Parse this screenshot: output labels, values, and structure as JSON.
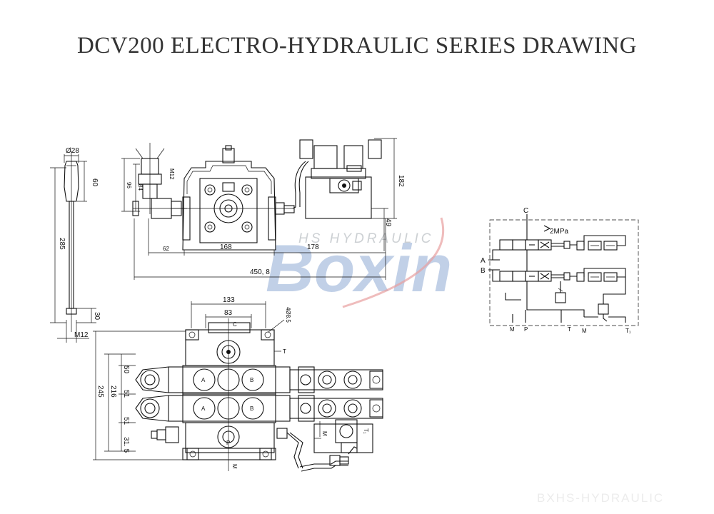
{
  "title": "DCV200 ELECTRO-HYDRAULIC SERIES DRAWING",
  "watermark": {
    "brand": "Boxin",
    "sub": "HS HYDRAULIC",
    "corner": "BXHS-HYDRAULIC",
    "colors": {
      "blue": "#8faad4",
      "grey": "#c4c8cc",
      "red": "#e8a0a0"
    }
  },
  "handle": {
    "dia": "Ø28",
    "grip": "60",
    "length": "285",
    "stud": "30",
    "thread": "M12"
  },
  "side_view": {
    "knob_thread": "M12",
    "h96": "96",
    "h84": "84",
    "w62": "62",
    "w168": "168",
    "w178": "178",
    "total": "450, 8",
    "h182": "182",
    "h49": "49"
  },
  "top_view": {
    "w133": "133",
    "w83": "83",
    "hole": "4Ø8.5",
    "h50": "50",
    "h51a": "51",
    "h51b": "51",
    "h31": "31. 5",
    "h216": "216",
    "h245": "245",
    "port_c": "C",
    "port_t": "T",
    "port_m": "M",
    "port_p": "P",
    "port_a": "A",
    "port_b": "B",
    "sol_m": "M",
    "sol_t": "T₁"
  },
  "schematic": {
    "port_c": "C",
    "relief": "2MPa",
    "port_a": "A",
    "port_b": "B",
    "bottom": {
      "m": "M",
      "p": "P",
      "t": "T",
      "m2": "M",
      "t1": "T₁"
    }
  }
}
